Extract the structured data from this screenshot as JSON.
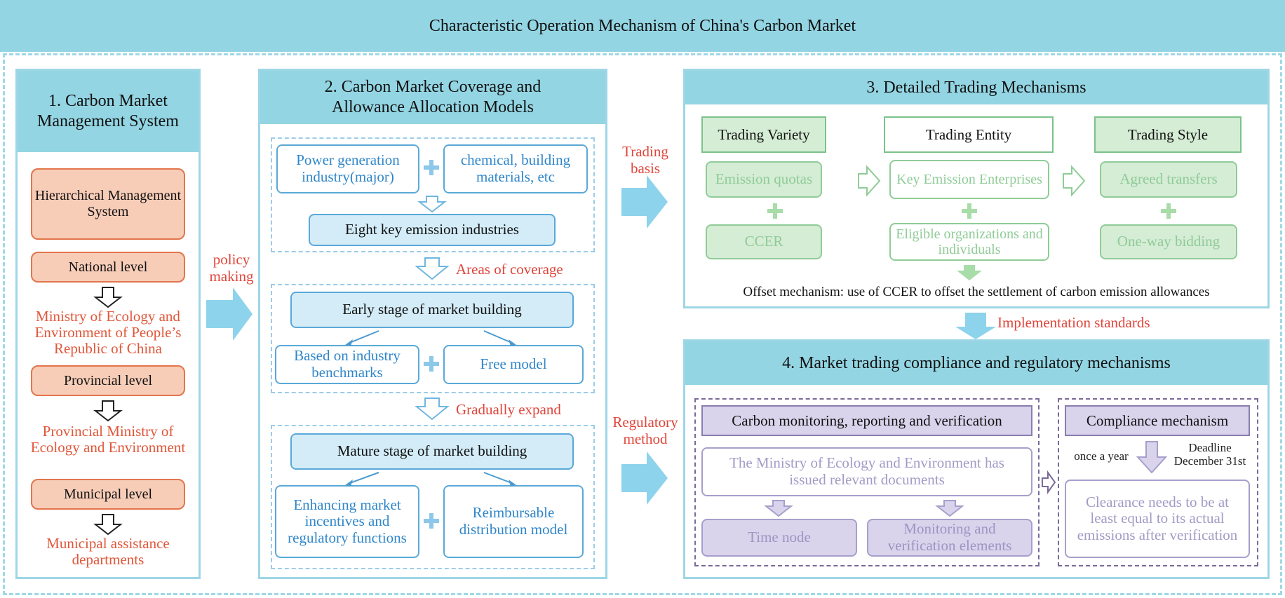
{
  "title": "Characteristic Operation Mechanism of China's Carbon Market",
  "section1": {
    "title": "1. Carbon Market Management System",
    "hierarchical": "Hierarchical Management System",
    "national": "National level",
    "national_org": "Ministry of Ecology and Environment of People’s Republic of China",
    "provincial": "Provincial level",
    "provincial_org": "Provincial Ministry of Ecology and Environment",
    "municipal": "Municipal level",
    "municipal_org": "Municipal assistance departments"
  },
  "connectors": {
    "policy_making": "policy making",
    "trading_basis": "Trading basis",
    "regulatory_method": "Regulatory method",
    "implementation_standards": "Implementation standards"
  },
  "section2": {
    "title": "2. Carbon Market Coverage and Allowance Allocation Models",
    "power": "Power generation industry(major)",
    "chemical": "chemical, building materials, etc",
    "eight": "Eight key emission industries",
    "areas": "Areas of coverage",
    "early": "Early stage of market building",
    "benchmarks": "Based on industry benchmarks",
    "free": "Free model",
    "gradually": "Gradually expand",
    "mature": "Mature stage of market building",
    "enhancing": "Enhancing market incentives and regulatory functions",
    "reimbursable": "Reimbursable distribution model"
  },
  "section3": {
    "title": "3. Detailed Trading Mechanisms",
    "variety": "Trading Variety",
    "entity": "Trading Entity",
    "style": "Trading Style",
    "quotas": "Emission quotas",
    "ccer": "CCER",
    "key_enterprises": "Key Emission Enterprises",
    "eligible": "Eligible organizations and individuals",
    "agreed": "Agreed transfers",
    "bidding": "One-way bidding",
    "offset": "Offset mechanism: use of CCER to offset the settlement of carbon emission allowances"
  },
  "section4": {
    "title": "4. Market trading compliance and regulatory mechanisms",
    "mrv": "Carbon monitoring, reporting and verification",
    "ministry": "The Ministry of Ecology and Environment has issued relevant documents",
    "time_node": "Time node",
    "elements": "Monitoring and verification elements",
    "compliance": "Compliance mechanism",
    "once": "once a year",
    "deadline": "Deadline December 31st",
    "clearance": "Clearance needs to be at least equal to its actual emissions after verification"
  },
  "colors": {
    "header": "#93d5e3",
    "orange": "#e3754c",
    "blue": "#2f86c9",
    "green": "#8fcc97",
    "purple": "#a29bc6",
    "red_label": "#e0453a"
  }
}
